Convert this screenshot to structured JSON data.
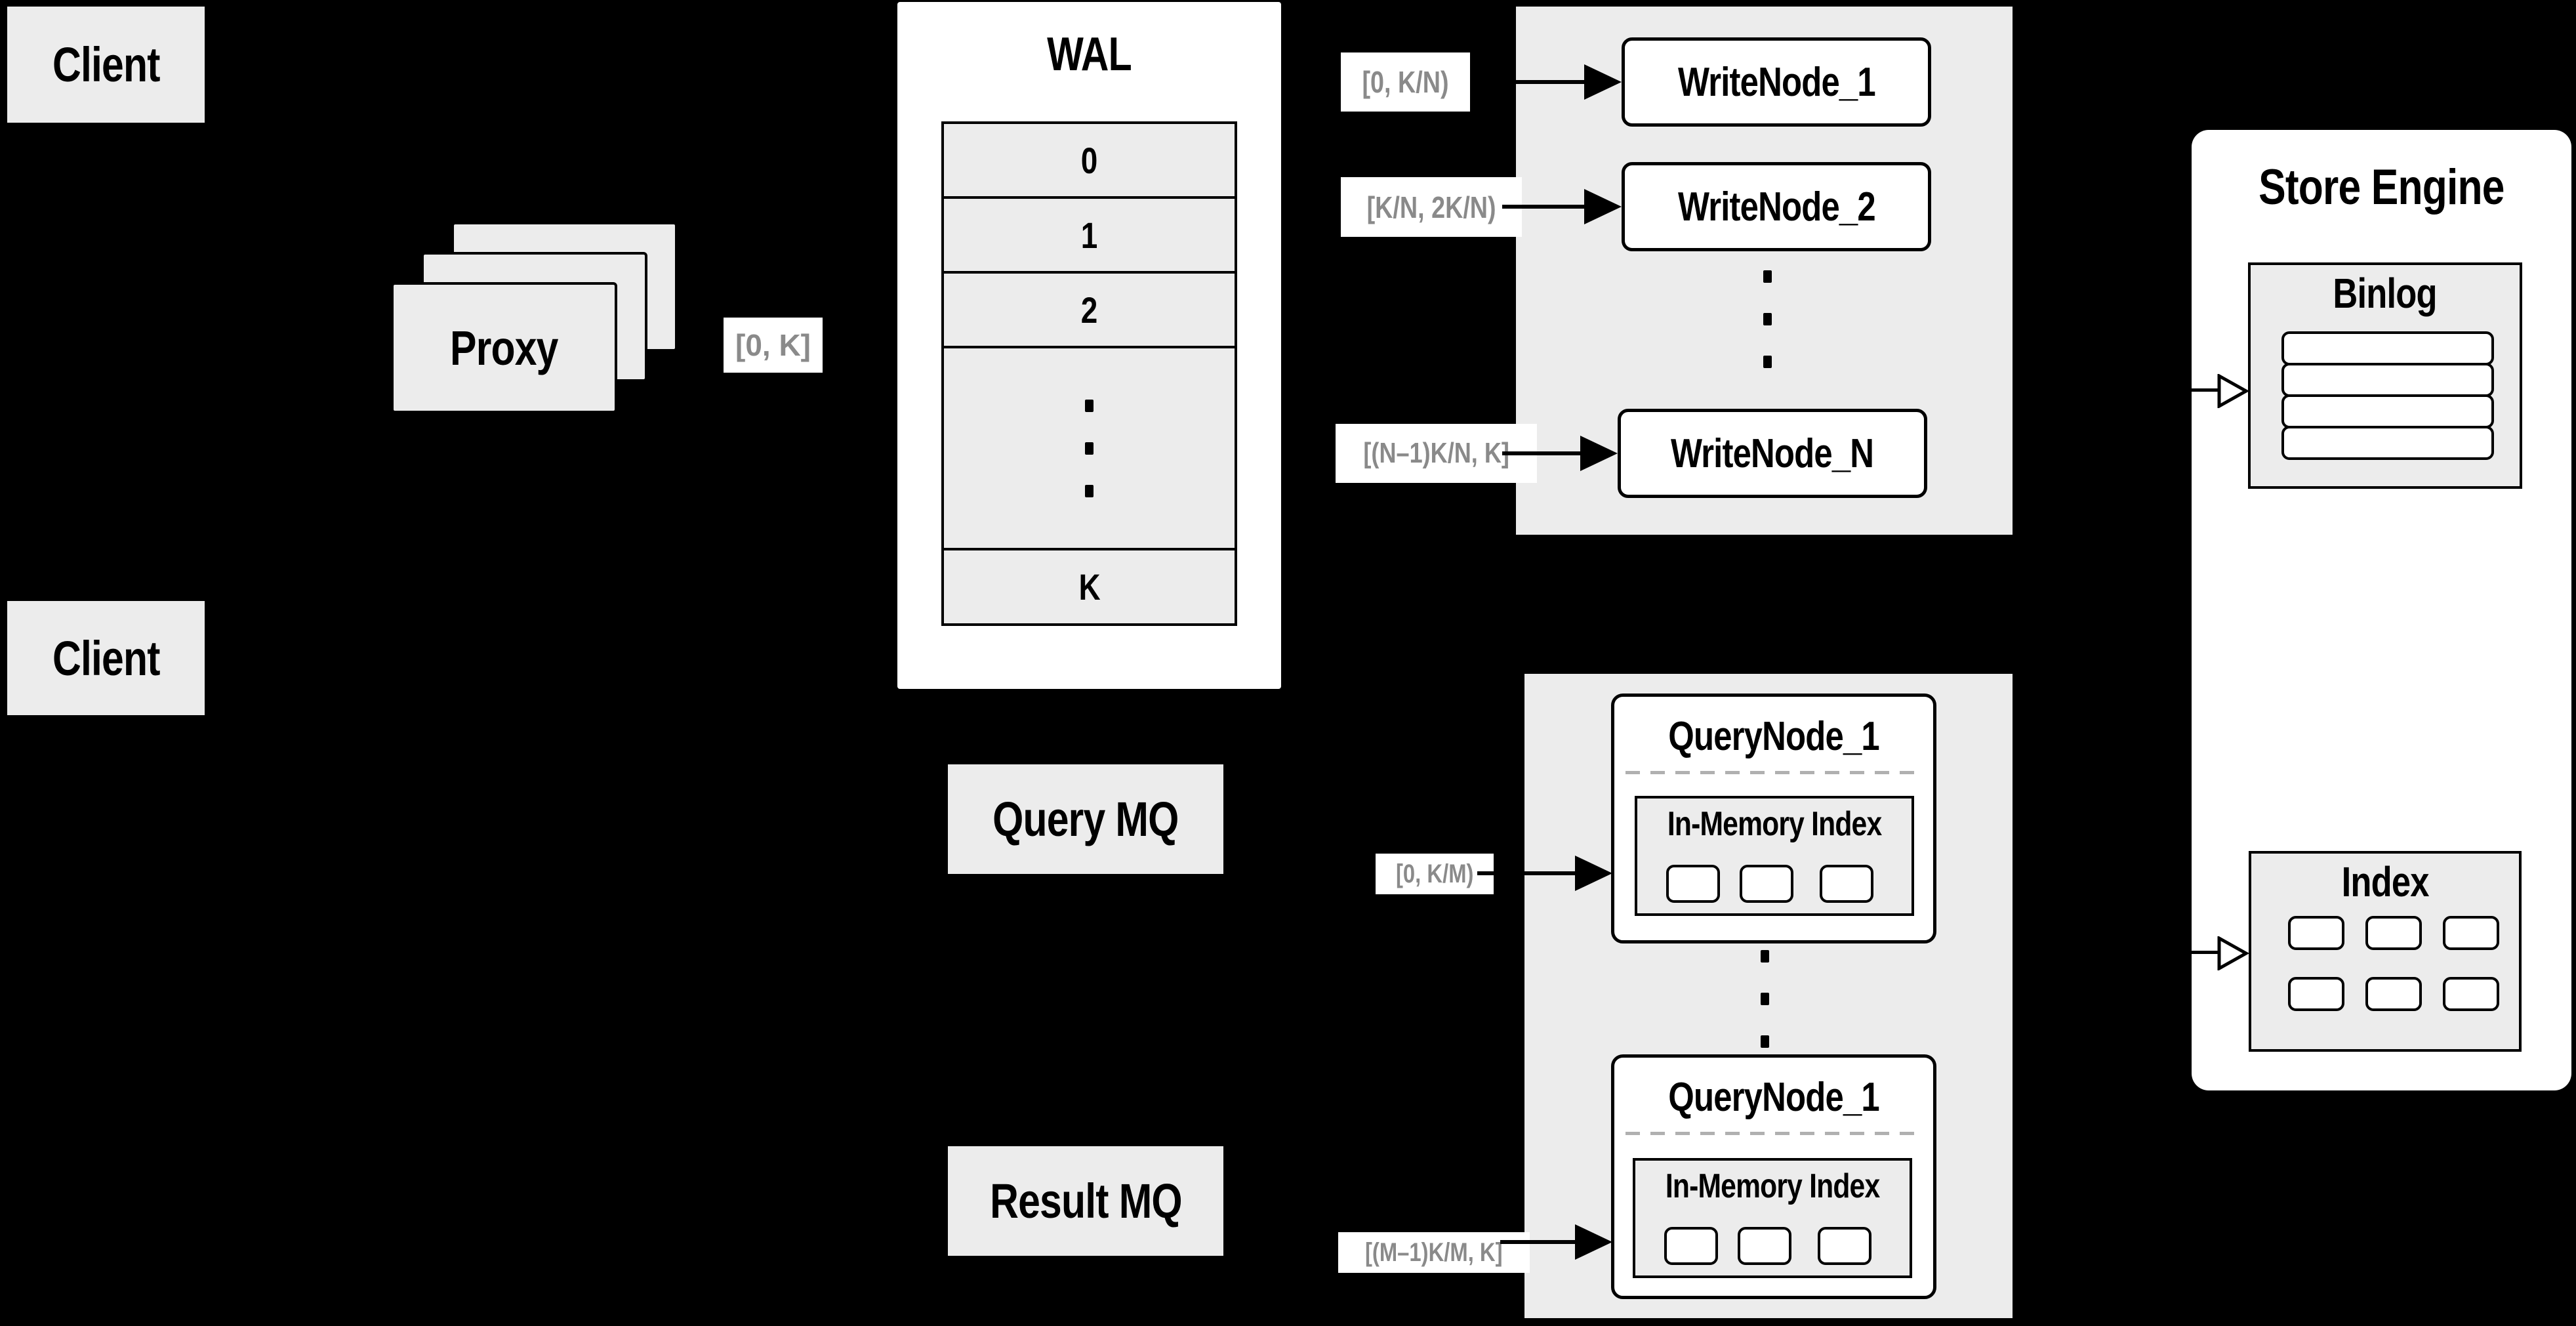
{
  "colors": {
    "background": "#000000",
    "surface_gray": "#ececec",
    "node_white": "#ffffff",
    "stroke_black": "#000000",
    "edge_label_text": "#8a8a8a",
    "dashed_divider": "#b0b0b0"
  },
  "clients": {
    "top": "Client",
    "bottom": "Client"
  },
  "proxy": {
    "label": "Proxy"
  },
  "wal": {
    "title": "WAL",
    "rows": [
      "0",
      "1",
      "2"
    ],
    "ellipsis": "...",
    "last_row": "K"
  },
  "write_cluster": {
    "nodes": [
      "WriteNode_1",
      "WriteNode_2",
      "WriteNode_N"
    ],
    "ellipsis": "..."
  },
  "store_engine": {
    "title": "Store Engine",
    "binlog": {
      "title": "Binlog"
    },
    "index": {
      "title": "Index"
    }
  },
  "mq": {
    "query": "Query MQ",
    "result": "Result MQ"
  },
  "query_cluster": {
    "ellipsis": "...",
    "nodes": [
      {
        "title": "QueryNode_1",
        "memory_index": "In-Memory Index"
      },
      {
        "title": "QueryNode_1",
        "memory_index": "In-Memory Index"
      }
    ]
  },
  "edge_labels": {
    "proxy_wal": "[0, K]",
    "write_1": "[0, K/N)",
    "write_2": "[K/N, 2K/N)",
    "write_n": "[(N–1)K/N, K]",
    "query": "[0, K/M)",
    "result": "[(M–1)K/M, K]"
  }
}
